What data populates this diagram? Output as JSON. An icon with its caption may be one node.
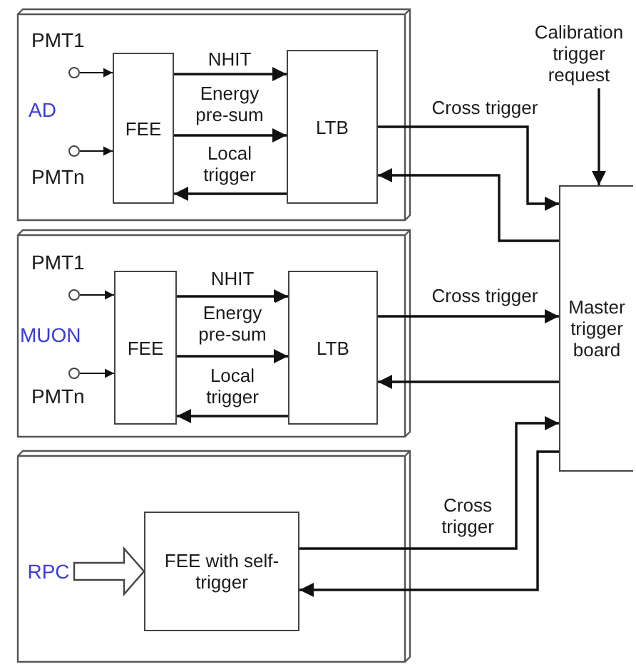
{
  "diagram": {
    "nodes": [
      {
        "text": [
          "AD"
        ]
      },
      {
        "text": [],
        "shape": "circle",
        "beside": [
          "PMT1"
        ],
        "in": 0
      },
      {
        "text": [],
        "shape": "circle",
        "beside": [
          "PMTn"
        ],
        "in": 0
      },
      {
        "text": [
          "FEE"
        ],
        "in": 0
      },
      {
        "text": [
          "LTB"
        ],
        "in": 0
      },
      {
        "text": [
          "MUON"
        ]
      },
      {
        "text": [],
        "shape": "circle",
        "beside": [
          "PMT1"
        ],
        "in": 5
      },
      {
        "text": [],
        "shape": "circle",
        "beside": [
          "PMTn"
        ],
        "in": 5
      },
      {
        "text": [
          "FEE"
        ],
        "in": 5
      },
      {
        "text": [
          "LTB"
        ],
        "in": 5
      },
      {
        "text": [],
        "shape": "box"
      },
      {
        "text": [
          "RPC"
        ],
        "in": 10
      },
      {
        "text": [
          "FEE with self-trigger"
        ],
        "in": 10
      },
      {
        "text": [
          "Master trigger board"
        ]
      },
      {
        "text": [
          "Calibration trigger request"
        ]
      }
    ],
    "edges": [
      {
        "from": 1,
        "to": 3,
        "arrow": "to"
      },
      {
        "from": 2,
        "to": 3,
        "arrow": "to"
      },
      {
        "from": 3,
        "to": 4,
        "arrow": "to",
        "label": "NHIT"
      },
      {
        "from": 3,
        "to": 4,
        "arrow": "to",
        "label": "Energy pre-sum"
      },
      {
        "from": 4,
        "to": 3,
        "arrow": "to",
        "label": "Local trigger"
      },
      {
        "from": 4,
        "to": 13,
        "arrow": "to",
        "label": "Cross trigger"
      },
      {
        "from": 13,
        "to": 4,
        "arrow": "to"
      },
      {
        "from": 6,
        "to": 8,
        "arrow": "to"
      },
      {
        "from": 7,
        "to": 8,
        "arrow": "to"
      },
      {
        "from": 8,
        "to": 9,
        "arrow": "to",
        "label": "NHIT"
      },
      {
        "from": 8,
        "to": 9,
        "arrow": "to",
        "label": "Energy pre-sum"
      },
      {
        "from": 9,
        "to": 8,
        "arrow": "to",
        "label": "Local trigger"
      },
      {
        "from": 9,
        "to": 13,
        "arrow": "to",
        "label": "Cross trigger"
      },
      {
        "from": 13,
        "to": 9,
        "arrow": "to"
      },
      {
        "from": 12,
        "to": 13,
        "arrow": "to",
        "label": "Cross trigger"
      },
      {
        "from": 13,
        "to": 12,
        "arrow": "to"
      },
      {
        "from": 14,
        "to": 13,
        "arrow": "to"
      },
      {
        "from": 11,
        "to": 12,
        "arrow": "to",
        "style": "thick"
      }
    ]
  }
}
